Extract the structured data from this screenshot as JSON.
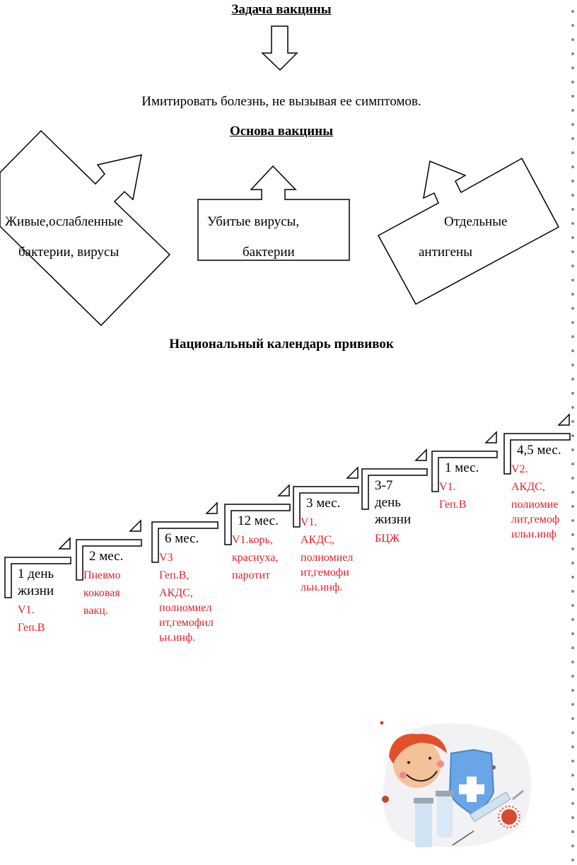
{
  "task_section": {
    "title": "Задача вакцины",
    "result_text": "Имитировать болезнь, не вызывая ее симптомов."
  },
  "basis_section": {
    "title": "Основа вакцины",
    "items": [
      {
        "line1": "Живые,ослабленные",
        "line2": "бактерии, вирусы"
      },
      {
        "line1": "Убитые вирусы,",
        "line2": "бактерии"
      },
      {
        "line1": "Отдельные",
        "line2": "антигены"
      }
    ]
  },
  "calendar": {
    "title": "Национальный календарь прививок",
    "steps": [
      {
        "age": [
          "1 день",
          "жизни"
        ],
        "vaccines": [
          "V1.",
          "Геп.В"
        ]
      },
      {
        "age": [
          "2 мес."
        ],
        "vaccines": [
          "Пневмо",
          "коковая",
          "вакц."
        ]
      },
      {
        "age": [
          "6 мес."
        ],
        "vaccines": [
          "V3",
          "Геп.В,",
          "АКДС,",
          "полиомиел",
          "ит,гемофил",
          "ьн.инф."
        ]
      },
      {
        "age": [
          "12 мес."
        ],
        "vaccines": [
          "V1.корь,",
          "краснуха,",
          "паротит"
        ]
      },
      {
        "age": [
          "3 мес."
        ],
        "vaccines": [
          "V1.",
          "АКДС,",
          "полиомиел",
          "ит,гемофи",
          "льн.инф."
        ]
      },
      {
        "age": [
          "3-7",
          "день",
          "жизни"
        ],
        "vaccines": [
          "БЦЖ"
        ]
      },
      {
        "age": [
          "1 мес."
        ],
        "vaccines": [
          "V1.",
          "Геп.В"
        ]
      },
      {
        "age": [
          "4,5 мес."
        ],
        "vaccines": [
          "V2.",
          "АКДС,",
          "полиомие",
          "лит,гемоф",
          "ильн.инф"
        ]
      }
    ]
  },
  "illustration": {
    "icon": "vaccination-illustration"
  },
  "colors": {
    "vaccine_text": "#e0202a",
    "outline": "#000000",
    "border_dots": "#8a8a8a"
  }
}
